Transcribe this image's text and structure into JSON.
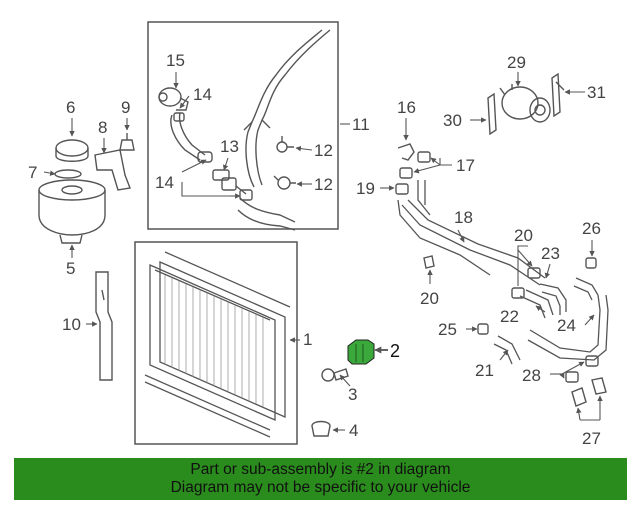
{
  "callouts": {
    "c1": "1",
    "c2": "2",
    "c3": "3",
    "c4": "4",
    "c5": "5",
    "c6": "6",
    "c7": "7",
    "c8": "8",
    "c9": "9",
    "c10": "10",
    "c11": "11",
    "c12a": "12",
    "c12b": "12",
    "c13": "13",
    "c14a": "14",
    "c14b": "14",
    "c15": "15",
    "c16": "16",
    "c17": "17",
    "c18": "18",
    "c19": "19",
    "c20a": "20",
    "c20b": "20",
    "c21": "21",
    "c22": "22",
    "c23": "23",
    "c24": "24",
    "c25": "25",
    "c26": "26",
    "c27": "27",
    "c28": "28",
    "c29": "29",
    "c30": "30",
    "c31": "31"
  },
  "highlight": {
    "part": "2",
    "color": "#3aa83a"
  },
  "banner": {
    "line1": "Part or sub-assembly is #2 in diagram",
    "line2": "Diagram may not be specific to your vehicle",
    "color": "#2a8c1c"
  }
}
